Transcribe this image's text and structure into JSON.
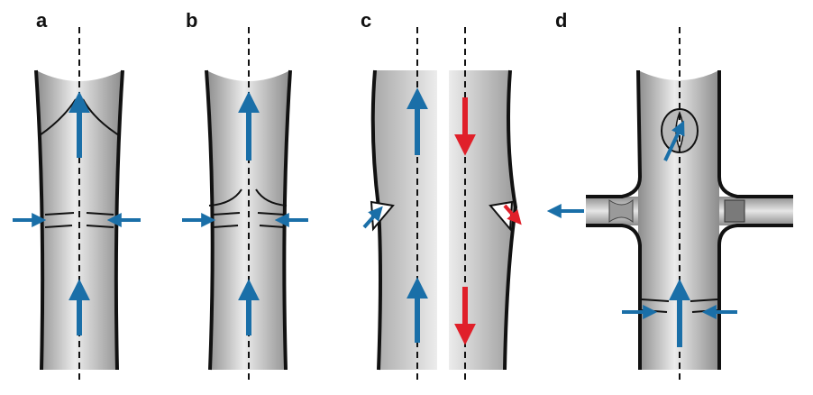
{
  "panels": [
    {
      "id": "a",
      "label": "a"
    },
    {
      "id": "b",
      "label": "b"
    },
    {
      "id": "c",
      "label": "c"
    },
    {
      "id": "d",
      "label": "d"
    }
  ],
  "colors": {
    "flow_up": "#1a6fa8",
    "flow_down": "#e0202a",
    "vessel_outline": "#111111",
    "centerline": "#111111",
    "vessel_fill_edge": "#8e8e8e",
    "vessel_fill_mid": "#e6e6e6",
    "valve_fill": "#9a9a9a"
  },
  "icons": {
    "flow_arrow": "arrow-icon",
    "valve": "valve-icon"
  }
}
